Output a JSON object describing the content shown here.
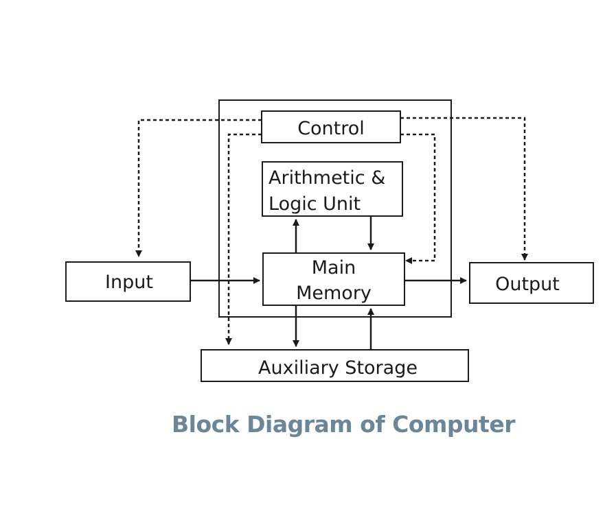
{
  "diagram": {
    "caption": "Block Diagram of Computer",
    "caption_color": "#6a8698",
    "line_color": "#1a1a1a",
    "boxes": {
      "control": {
        "label": "Control"
      },
      "alu": {
        "label_line1": "Arithmetic &",
        "label_line2": "Logic Unit"
      },
      "memory": {
        "label_line1": "Main",
        "label_line2": "Memory"
      },
      "input": {
        "label": "Input"
      },
      "output": {
        "label": "Output"
      },
      "storage": {
        "label": "Auxiliary Storage"
      }
    }
  }
}
